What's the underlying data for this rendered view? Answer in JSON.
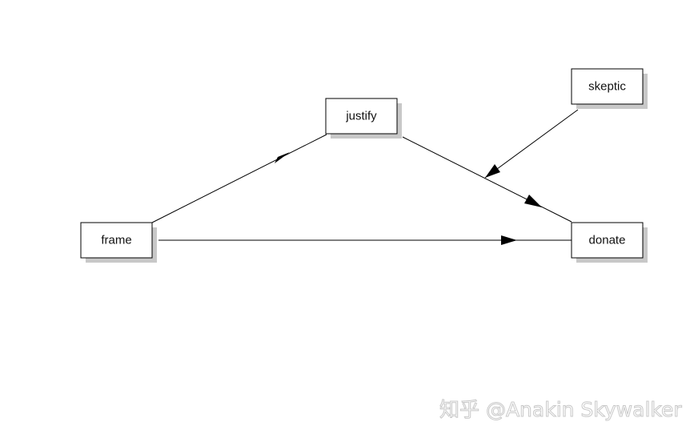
{
  "nodes": {
    "frame": {
      "label": "frame"
    },
    "justify": {
      "label": "justify"
    },
    "skeptic": {
      "label": "skeptic"
    },
    "donate": {
      "label": "donate"
    }
  },
  "edges": [
    {
      "from": "frame",
      "to": "justify"
    },
    {
      "from": "frame",
      "to": "donate"
    },
    {
      "from": "justify",
      "to": "donate"
    },
    {
      "from": "skeptic",
      "to": "justify-donate-path"
    }
  ],
  "watermark": {
    "text": "知乎 @Anakin Skywalker"
  }
}
